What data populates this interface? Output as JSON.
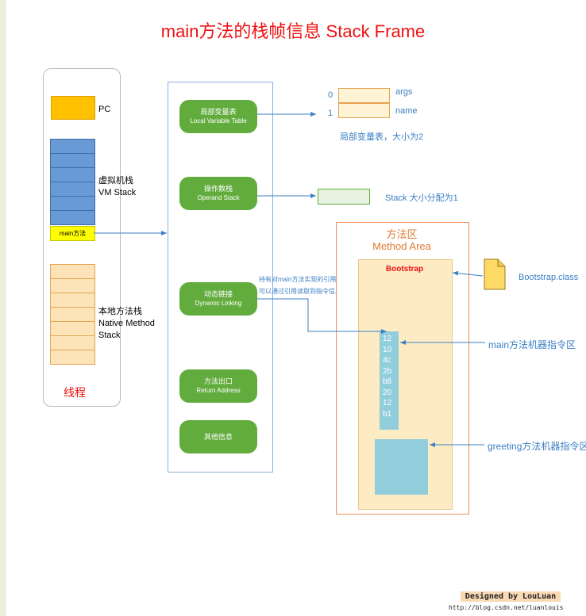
{
  "title": "main方法的栈帧信息  Stack Frame",
  "thread": {
    "pc_label": "PC",
    "vm_stack_label": [
      "虚拟机栈",
      "VM Stack"
    ],
    "main_frame_label": "main方法",
    "native_label": [
      "本地方法栈",
      "Native Method",
      "Stack"
    ],
    "thread_label": "线程"
  },
  "frame": {
    "items": [
      {
        "cn": "局部变量表",
        "en": "Local Variable Table"
      },
      {
        "cn": "操作数栈",
        "en": "Operand Stack"
      },
      {
        "cn": "动态链接",
        "en": "Dynamic Linking"
      },
      {
        "cn": "方法出口",
        "en": "Return Address"
      },
      {
        "cn": "其他信息",
        "en": ""
      }
    ]
  },
  "local_vars": {
    "indices": [
      "0",
      "1"
    ],
    "names": [
      "args",
      "name"
    ],
    "caption": "局部变量表，大小为2"
  },
  "operand_stack": {
    "caption": "Stack 大小分配为1"
  },
  "dynamic_linking_note": [
    "持有对main方法实现的引用,",
    "可以通过引用读取到指令信息"
  ],
  "method_area": {
    "title_cn": "方法区",
    "title_en": "Method Area",
    "bootstrap": "Bootstrap",
    "code": [
      "12",
      "10",
      "4c",
      "2b",
      "b8",
      "20",
      "12",
      "b1"
    ]
  },
  "bootstrap_class": "Bootstrap.class",
  "main_code_label": "main方法机器指令区",
  "greeting_code_label": "greeting方法机器指令区",
  "credit": {
    "designed": "Designed by LouLuan",
    "url": "http://blog.csdn.net/luanlouis"
  },
  "colors": {
    "title": "#ee1111",
    "pc": "#ffc000",
    "vm_stack": "#6a9ad6",
    "main_frame": "#ffff00",
    "native_stack": "#fce4b8",
    "frame_item": "#62ac3e",
    "arrow": "#3b7fc4",
    "method_area_border": "#f08c55",
    "bootstrap": "#fdebc4",
    "code": "#92cddc"
  },
  "icons": {
    "class_file": "file-icon"
  }
}
